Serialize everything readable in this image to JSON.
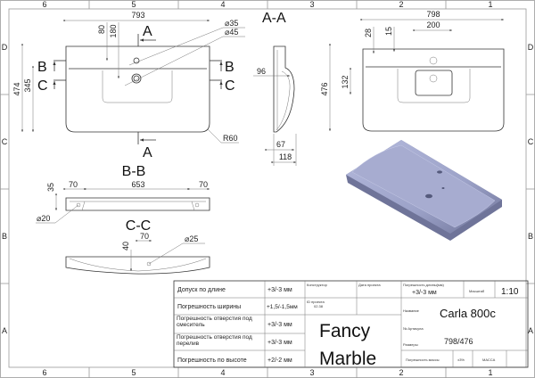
{
  "frame": {
    "columns": [
      "6",
      "5",
      "4",
      "3",
      "2",
      "1"
    ],
    "rows": [
      "D",
      "C",
      "B",
      "A"
    ]
  },
  "top_view": {
    "dims": {
      "width": "793",
      "depth": "474",
      "bowl": "345",
      "d1": "80",
      "d2": "180",
      "hole1": "⌀35",
      "hole2": "⌀45",
      "radius": "R60"
    },
    "section_marks": {
      "a": "A",
      "b": "B",
      "c": "C"
    }
  },
  "section_aa": {
    "title": "A-A",
    "dims": {
      "d96": "96",
      "d67": "67",
      "d118": "118"
    }
  },
  "front_view": {
    "dims": {
      "width": "798",
      "inner": "200",
      "height": "476",
      "d132": "132",
      "d28": "28",
      "d15": "15"
    }
  },
  "section_bb": {
    "title": "B-B",
    "dims": {
      "h": "35",
      "l1": "70",
      "mid": "653",
      "l2": "70",
      "hole": "⌀20"
    }
  },
  "section_cc": {
    "title": "C-C",
    "dims": {
      "h": "40",
      "w": "70",
      "hole": "⌀25"
    }
  },
  "colors": {
    "render": "#9ca2c8",
    "line": "#333333"
  },
  "title_block": {
    "tolerances": [
      {
        "label": "Допуск по длине",
        "value": "+3/-3 мм"
      },
      {
        "label": "Погрешность ширины",
        "value": "+1,5/-1,5мм"
      },
      {
        "label": "Погрешность отверстия под смеситель",
        "value": "+3/-3 мм"
      },
      {
        "label": "Погрешность отверстия под перелив",
        "value": "+3/-3 мм"
      },
      {
        "label": "Погрешность по высоте",
        "value": "+2/-2 мм"
      }
    ],
    "designer_label": "Конструктор",
    "date_label": "Дата проекта",
    "project_id_label": "ID проекта",
    "project_id": "02.38",
    "brand_line1": "Fancy",
    "brand_line2": "Marble",
    "length_tol_label": "Погрешность длины(мм)",
    "length_tol": "+3/-3 мм",
    "scale_label": "Масштаб",
    "scale": "1:10",
    "name_label": "Название",
    "name": "Carla 800c",
    "article_label": "№ Артикула",
    "size_label": "Размеры",
    "size": "798/476",
    "mass_tol_label": "Погрешность массы",
    "mass_tol": "±3%",
    "mass_label": "МАССА"
  }
}
